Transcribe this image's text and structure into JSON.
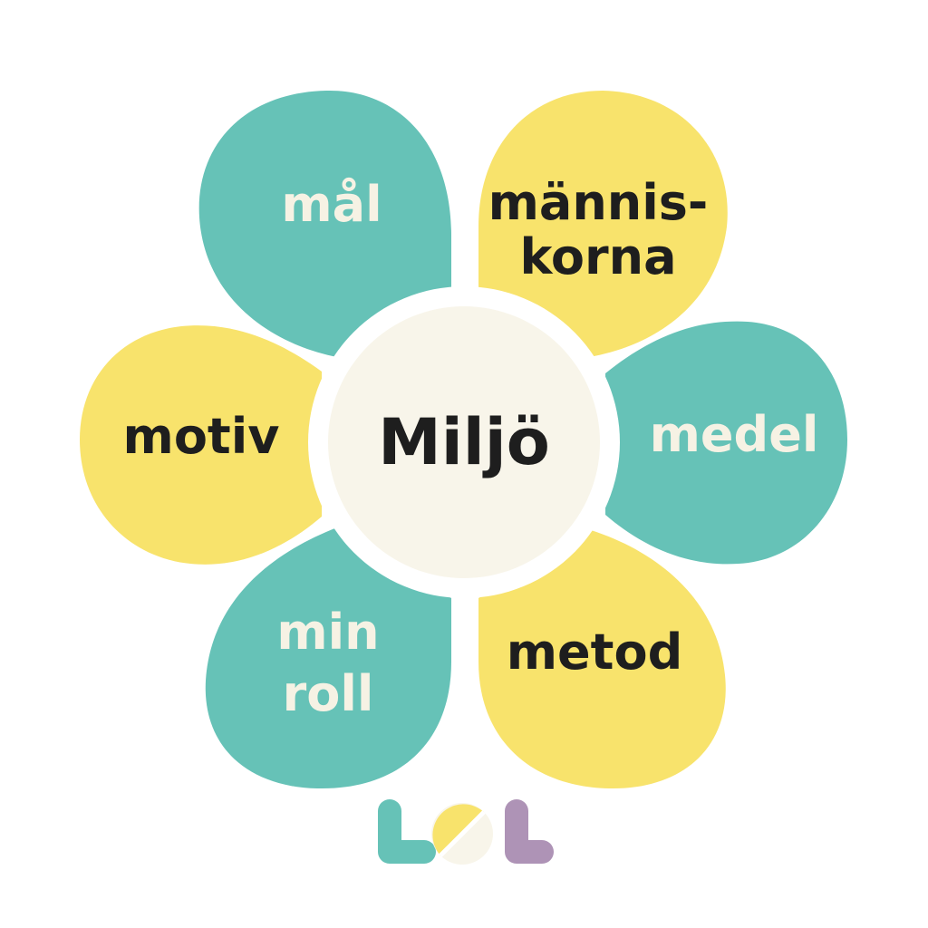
{
  "colors": {
    "teal": "#66C2B7",
    "yellow": "#F8E36C",
    "center_fill": "#F8F5EA",
    "dark_text": "#1E1E1E",
    "light_text": "#F6F2E4",
    "logo_purple": "#AE93B6"
  },
  "center": {
    "label": "Miljö"
  },
  "petals": [
    {
      "id": "mal",
      "lines": [
        "mål"
      ],
      "color": "teal"
    },
    {
      "id": "manniskorna",
      "lines": [
        "männis-",
        "korna"
      ],
      "color": "yellow"
    },
    {
      "id": "medel",
      "lines": [
        "medel"
      ],
      "color": "teal"
    },
    {
      "id": "metod",
      "lines": [
        "metod"
      ],
      "color": "yellow"
    },
    {
      "id": "min-roll",
      "lines": [
        "min",
        "roll"
      ],
      "color": "teal"
    },
    {
      "id": "motiv",
      "lines": [
        "motiv"
      ],
      "color": "yellow"
    }
  ],
  "logo": {
    "text": "LOL",
    "icon": "lol-logo-icon"
  }
}
